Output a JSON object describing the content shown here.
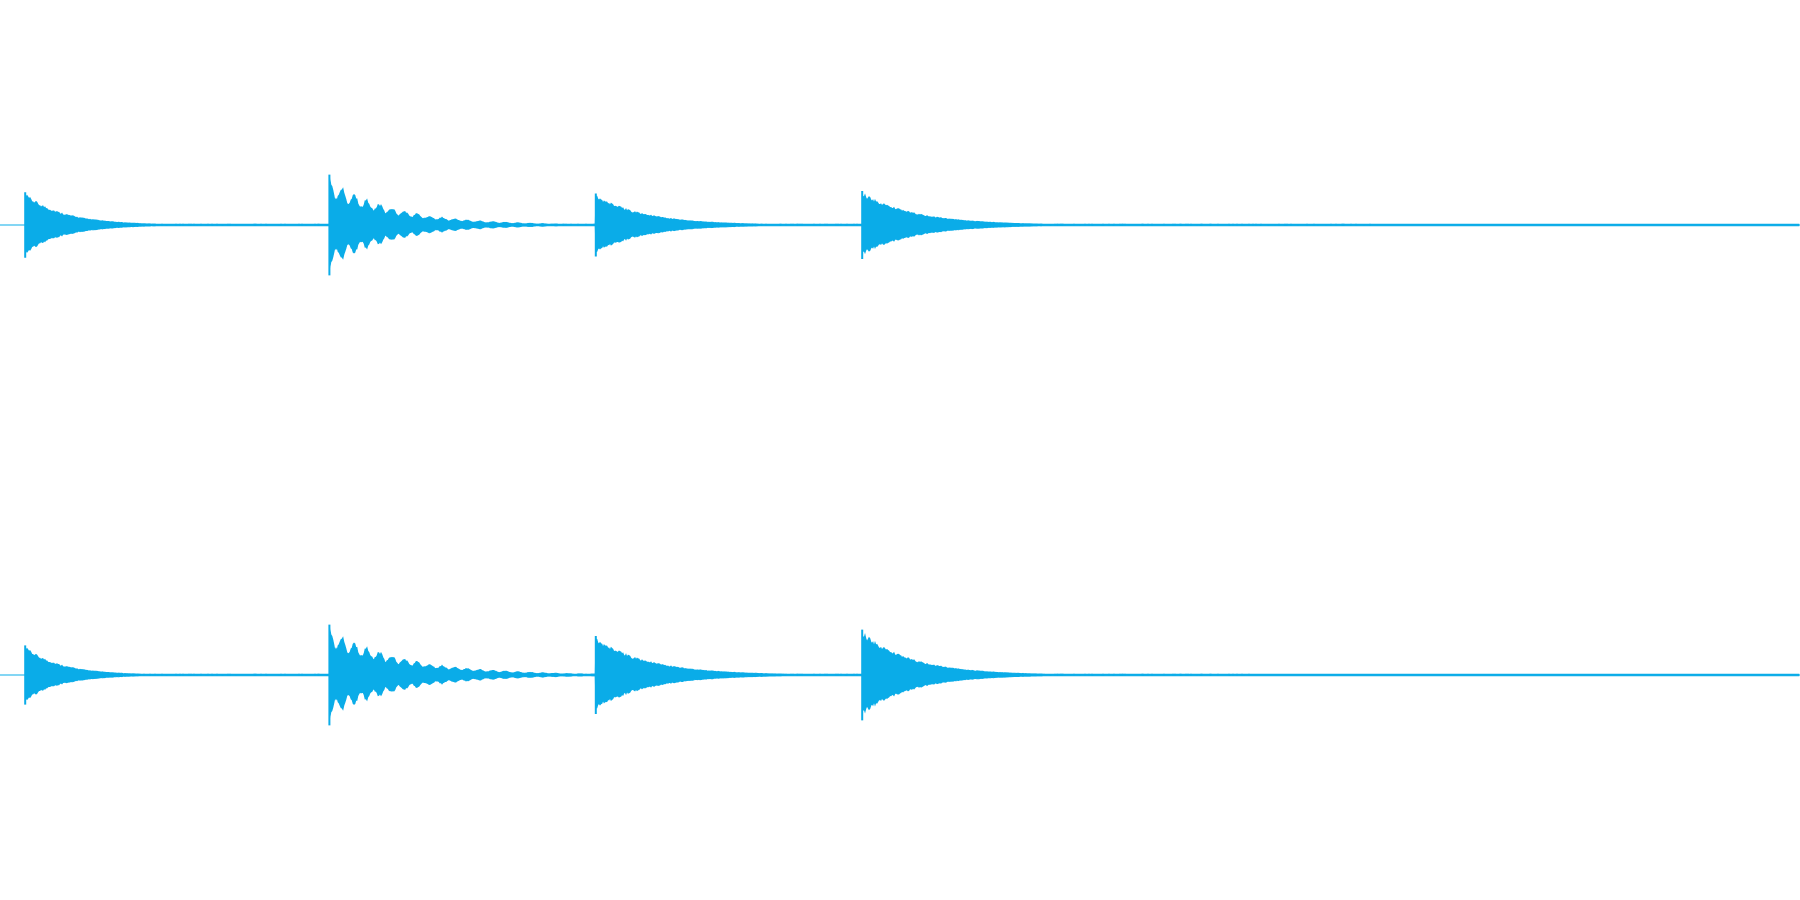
{
  "colors": {
    "background": "#ffffff",
    "waveform": "#0aace8"
  },
  "chart_data": {
    "type": "area",
    "title": "",
    "xlabel": "",
    "ylabel": "",
    "grid": false,
    "legend": "none",
    "ylim": [
      -1,
      1
    ],
    "xlim": [
      0,
      1
    ],
    "channels": [
      {
        "onsets": [
          {
            "t": 0.014,
            "amp": 0.52,
            "decay": 0.022,
            "ripple": 0.0
          },
          {
            "t": 0.183,
            "amp": 0.8,
            "decay": 0.035,
            "ripple": 0.35
          },
          {
            "t": 0.331,
            "amp": 0.5,
            "decay": 0.028,
            "ripple": 0.0
          },
          {
            "t": 0.479,
            "amp": 0.54,
            "decay": 0.03,
            "ripple": 0.0
          }
        ],
        "noise_floor_end": 0.762
      },
      {
        "onsets": [
          {
            "t": 0.014,
            "amp": 0.47,
            "decay": 0.02,
            "ripple": 0.0
          },
          {
            "t": 0.183,
            "amp": 0.8,
            "decay": 0.04,
            "ripple": 0.35
          },
          {
            "t": 0.331,
            "amp": 0.62,
            "decay": 0.03,
            "ripple": 0.0
          },
          {
            "t": 0.479,
            "amp": 0.72,
            "decay": 0.028,
            "ripple": 0.0
          }
        ],
        "noise_floor_end": 0.695
      }
    ]
  }
}
